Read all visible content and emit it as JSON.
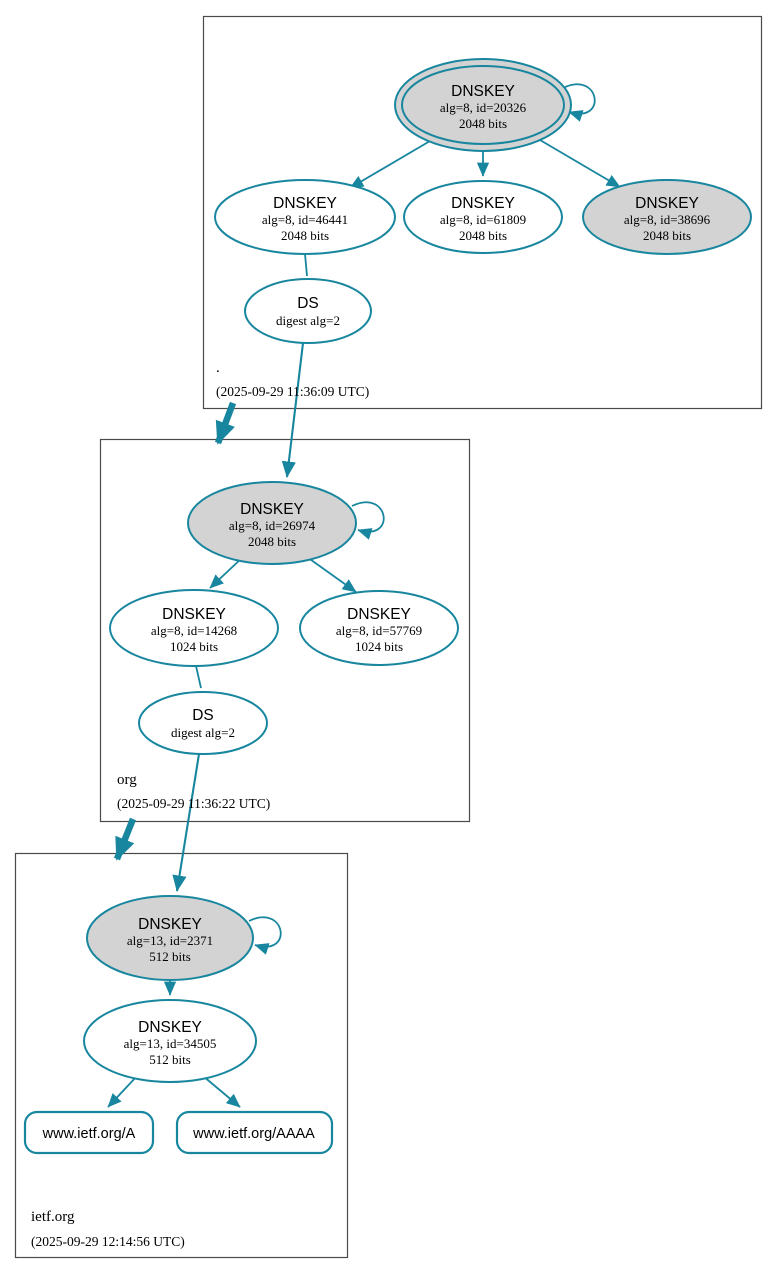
{
  "diagram_type": "dnssec-authentication-chain",
  "colors": {
    "secure_teal": "#17869e",
    "ksk_fill": "#d3d3d3",
    "node_fill": "#ffffff",
    "box_border": "#4a4a4a"
  },
  "zones": {
    "root": {
      "label": ".",
      "timestamp": "(2025-09-29 11:36:09 UTC)",
      "nodes": {
        "ksk": {
          "type": "DNSKEY",
          "alg": "alg=8, id=20326",
          "bits": "2048 bits"
        },
        "zsk1": {
          "type": "DNSKEY",
          "alg": "alg=8, id=46441",
          "bits": "2048 bits"
        },
        "zsk2": {
          "type": "DNSKEY",
          "alg": "alg=8, id=61809",
          "bits": "2048 bits"
        },
        "zsk3": {
          "type": "DNSKEY",
          "alg": "alg=8, id=38696",
          "bits": "2048 bits"
        },
        "ds": {
          "type": "DS",
          "detail": "digest alg=2"
        }
      }
    },
    "org": {
      "label": "org",
      "timestamp": "(2025-09-29 11:36:22 UTC)",
      "nodes": {
        "ksk": {
          "type": "DNSKEY",
          "alg": "alg=8, id=26974",
          "bits": "2048 bits"
        },
        "zsk1": {
          "type": "DNSKEY",
          "alg": "alg=8, id=14268",
          "bits": "1024 bits"
        },
        "zsk2": {
          "type": "DNSKEY",
          "alg": "alg=8, id=57769",
          "bits": "1024 bits"
        },
        "ds": {
          "type": "DS",
          "detail": "digest alg=2"
        }
      }
    },
    "ietf": {
      "label": "ietf.org",
      "timestamp": "(2025-09-29 12:14:56 UTC)",
      "nodes": {
        "ksk": {
          "type": "DNSKEY",
          "alg": "alg=13, id=2371",
          "bits": "512 bits"
        },
        "zsk": {
          "type": "DNSKEY",
          "alg": "alg=13, id=34505",
          "bits": "512 bits"
        },
        "rrset_a": {
          "label": "www.ietf.org/A"
        },
        "rrset_aaaa": {
          "label": "www.ietf.org/AAAA"
        }
      }
    }
  }
}
